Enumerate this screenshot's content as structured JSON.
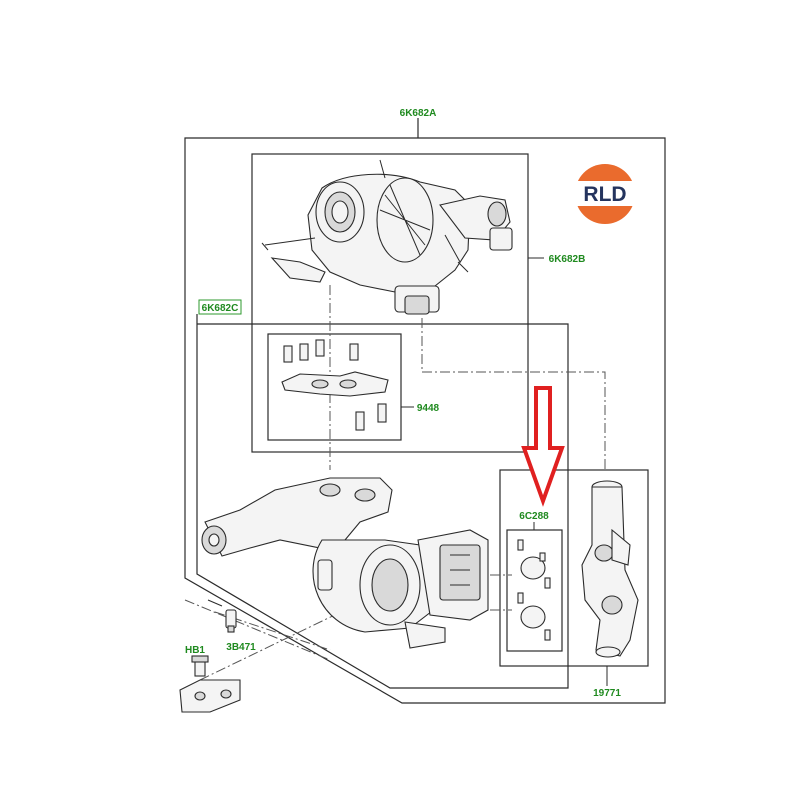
{
  "colors": {
    "callout": "#1f8a1f",
    "arrow": "#e02020",
    "logo_orange": "#ea6b2d",
    "logo_navy": "#24345e"
  },
  "logo": {
    "text": "RLD"
  },
  "labels": {
    "assembly": "6K682A",
    "turbo_unit": "6K682B",
    "manifold_unit": "6K682C",
    "gasket_kit": "9448",
    "seal_kit": "6C288",
    "outlet_pipe": "19771",
    "stud": "3B471",
    "bolt": "HB1"
  },
  "icons": {
    "arrow": "arrow-down-icon"
  }
}
